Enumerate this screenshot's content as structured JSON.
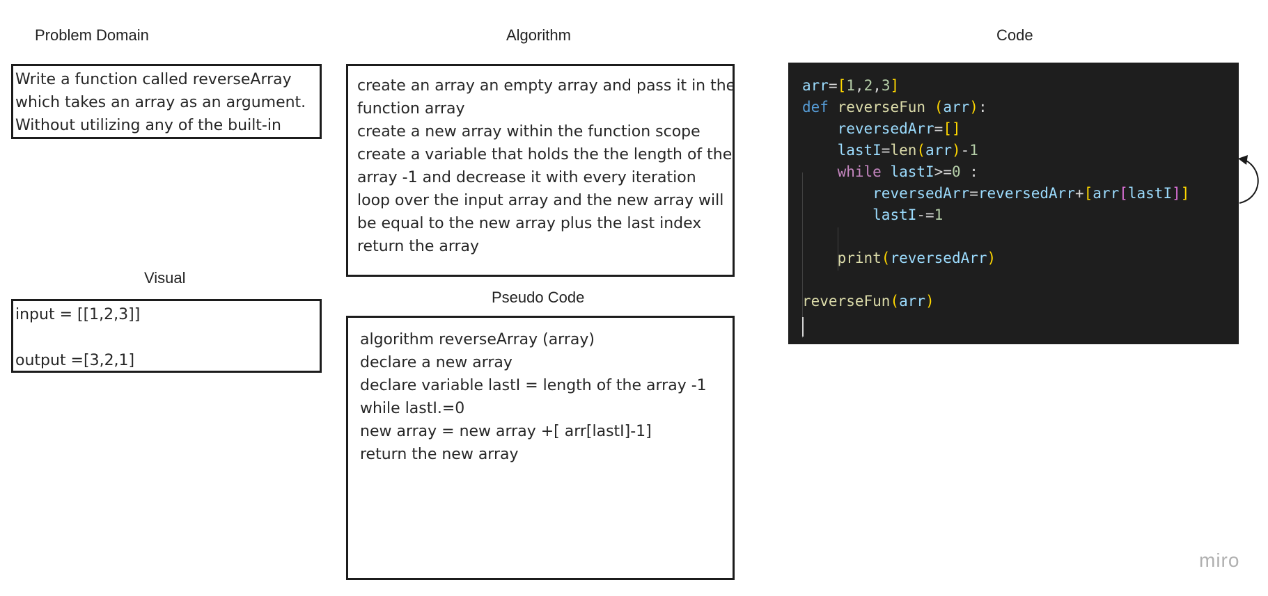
{
  "headings": {
    "problem_domain": "Problem Domain",
    "algorithm": "Algorithm",
    "code": "Code",
    "visual": "Visual",
    "pseudo_code": "Pseudo Code"
  },
  "problem_domain": {
    "lines": [
      "Write a function called reverseArray",
      "which takes an array as an argument.",
      "Without utilizing any of the built-in"
    ]
  },
  "algorithm": {
    "lines": [
      "create an array an empty array and pass it in the",
      "function array",
      "create a new array within the function scope",
      "create a variable that holds the the length of the",
      "array -1 and decrease it with every iteration",
      "loop over the input array and the new array will",
      "be equal to the new array plus the last index",
      "return the array"
    ]
  },
  "visual": {
    "input": "input = [[1,2,3]]",
    "output": "output =[3,2,1]"
  },
  "pseudo_code": {
    "lines": [
      "algorithm reverseArray (array)",
      "declare a new array",
      "declare variable lastI = length of the array -1",
      "while lastI.=0",
      "new array = new array +[ arr[lastI]-1]",
      "return the new array"
    ]
  },
  "code": {
    "lines": [
      "arr=[1,2,3]",
      "def reverseFun (arr):",
      "    reversedArr=[]",
      "    lastI=len(arr)-1",
      "    while lastI>=0 :",
      "        reversedArr=reversedArr+[arr[lastI]]",
      "        lastI-=1",
      "",
      "    print(reversedArr)",
      "",
      "reverseFun(arr)"
    ],
    "theme_colors": {
      "background": "#1e1e1e",
      "variable": "#9cdcfe",
      "keyword": "#569cd6",
      "control": "#c586c0",
      "function": "#dcdcaa",
      "number": "#b5cea8",
      "operator": "#d4d4d4",
      "bracket_1": "#ffd700",
      "bracket_2": "#da70d6",
      "bracket_3": "#179fff"
    }
  },
  "logo": "miro"
}
